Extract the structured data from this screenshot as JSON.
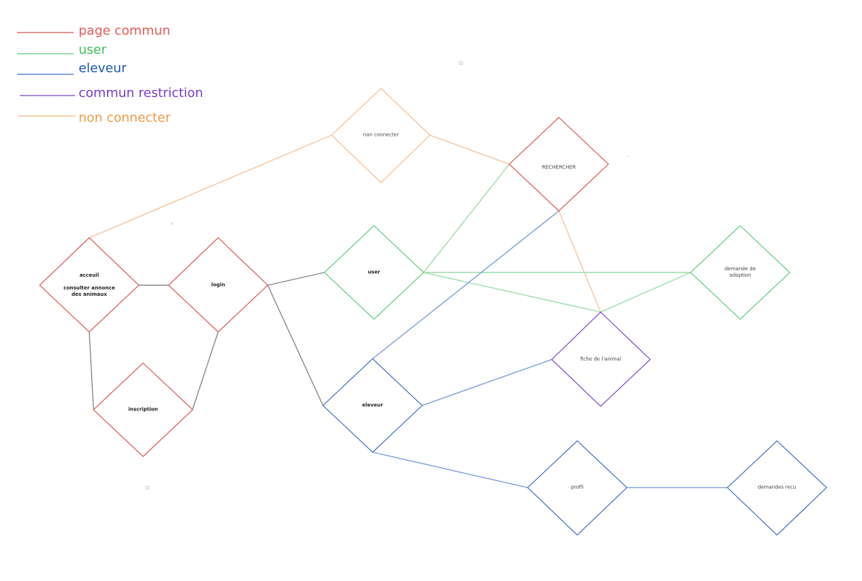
{
  "colors": {
    "page_commun": "#d9534f",
    "user": "#5ec97a",
    "eleveur": "#2f5fb8",
    "commun_restriction": "#7a45c9",
    "non_connecter": "#f2a65c",
    "neutral": "#8a8a8a"
  },
  "legend": [
    {
      "key": "page_commun",
      "label": "page commun",
      "color": "#e35a55"
    },
    {
      "key": "user",
      "label": "user",
      "color": "#3fc05a"
    },
    {
      "key": "eleveur",
      "label": "eleveur",
      "color": "#1d5ab0"
    },
    {
      "key": "commun_restriction",
      "label": "commun restriction",
      "color": "#7a3cc4"
    },
    {
      "key": "non_connecter",
      "label": "non connecter",
      "color": "#f09a45"
    }
  ],
  "nodes": {
    "non_connecter": {
      "label": "non  connecter",
      "role": "non_connecter"
    },
    "rechercher": {
      "label": "RECHERCHER",
      "role": "page_commun"
    },
    "acceuil": {
      "label": "acceuil\n\nconsulter annonce\ndes animaux",
      "role": "page_commun"
    },
    "login": {
      "label": "login",
      "role": "page_commun"
    },
    "user": {
      "label": "user",
      "role": "user"
    },
    "demande_adoption": {
      "label": "demande de\nadoption",
      "role": "user"
    },
    "inscription": {
      "label": "inscription",
      "role": "page_commun"
    },
    "fiche_animal": {
      "label": "fiche de l'animal",
      "role": "commun_restriction"
    },
    "eleveur": {
      "label": "eleveur",
      "role": "eleveur"
    },
    "profil": {
      "label": "profil",
      "role": "eleveur"
    },
    "demandes_recu": {
      "label": "demandes recu",
      "role": "eleveur"
    }
  }
}
